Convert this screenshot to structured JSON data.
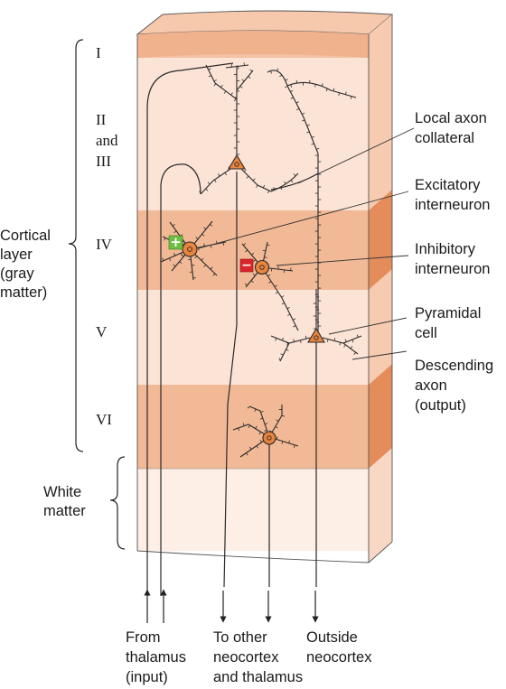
{
  "left_labels": {
    "cortical_layer": [
      "Cortical",
      "layer",
      "(gray",
      "matter)"
    ],
    "white_matter": [
      "White",
      "matter"
    ]
  },
  "layers": {
    "I": "I",
    "II_III": [
      "II",
      "and",
      "III"
    ],
    "IV": "IV",
    "V": "V",
    "VI": "VI"
  },
  "right_labels": {
    "local_axon": [
      "Local axon",
      "collateral"
    ],
    "excitatory": [
      "Excitatory",
      "interneuron"
    ],
    "inhibitory": [
      "Inhibitory",
      "interneuron"
    ],
    "pyramidal": [
      "Pyramidal",
      "cell"
    ],
    "descending": [
      "Descending",
      "axon",
      "(output)"
    ]
  },
  "bottom_labels": {
    "from_thalamus": [
      "From",
      "thalamus",
      "(input)"
    ],
    "to_other": [
      "To other",
      "neocortex",
      "and thalamus"
    ],
    "outside": [
      "Outside",
      "neocortex"
    ]
  },
  "signs": {
    "excitatory": "+",
    "inhibitory": "−"
  },
  "colors": {
    "light_layer": "#fbe3d6",
    "dark_layer": "#f0b896",
    "side_light": "#f6c9ad",
    "side_dark": "#e48d5a",
    "soma": "#e8843d",
    "plus_badge": "#6fbe44",
    "minus_badge": "#d9252b"
  }
}
